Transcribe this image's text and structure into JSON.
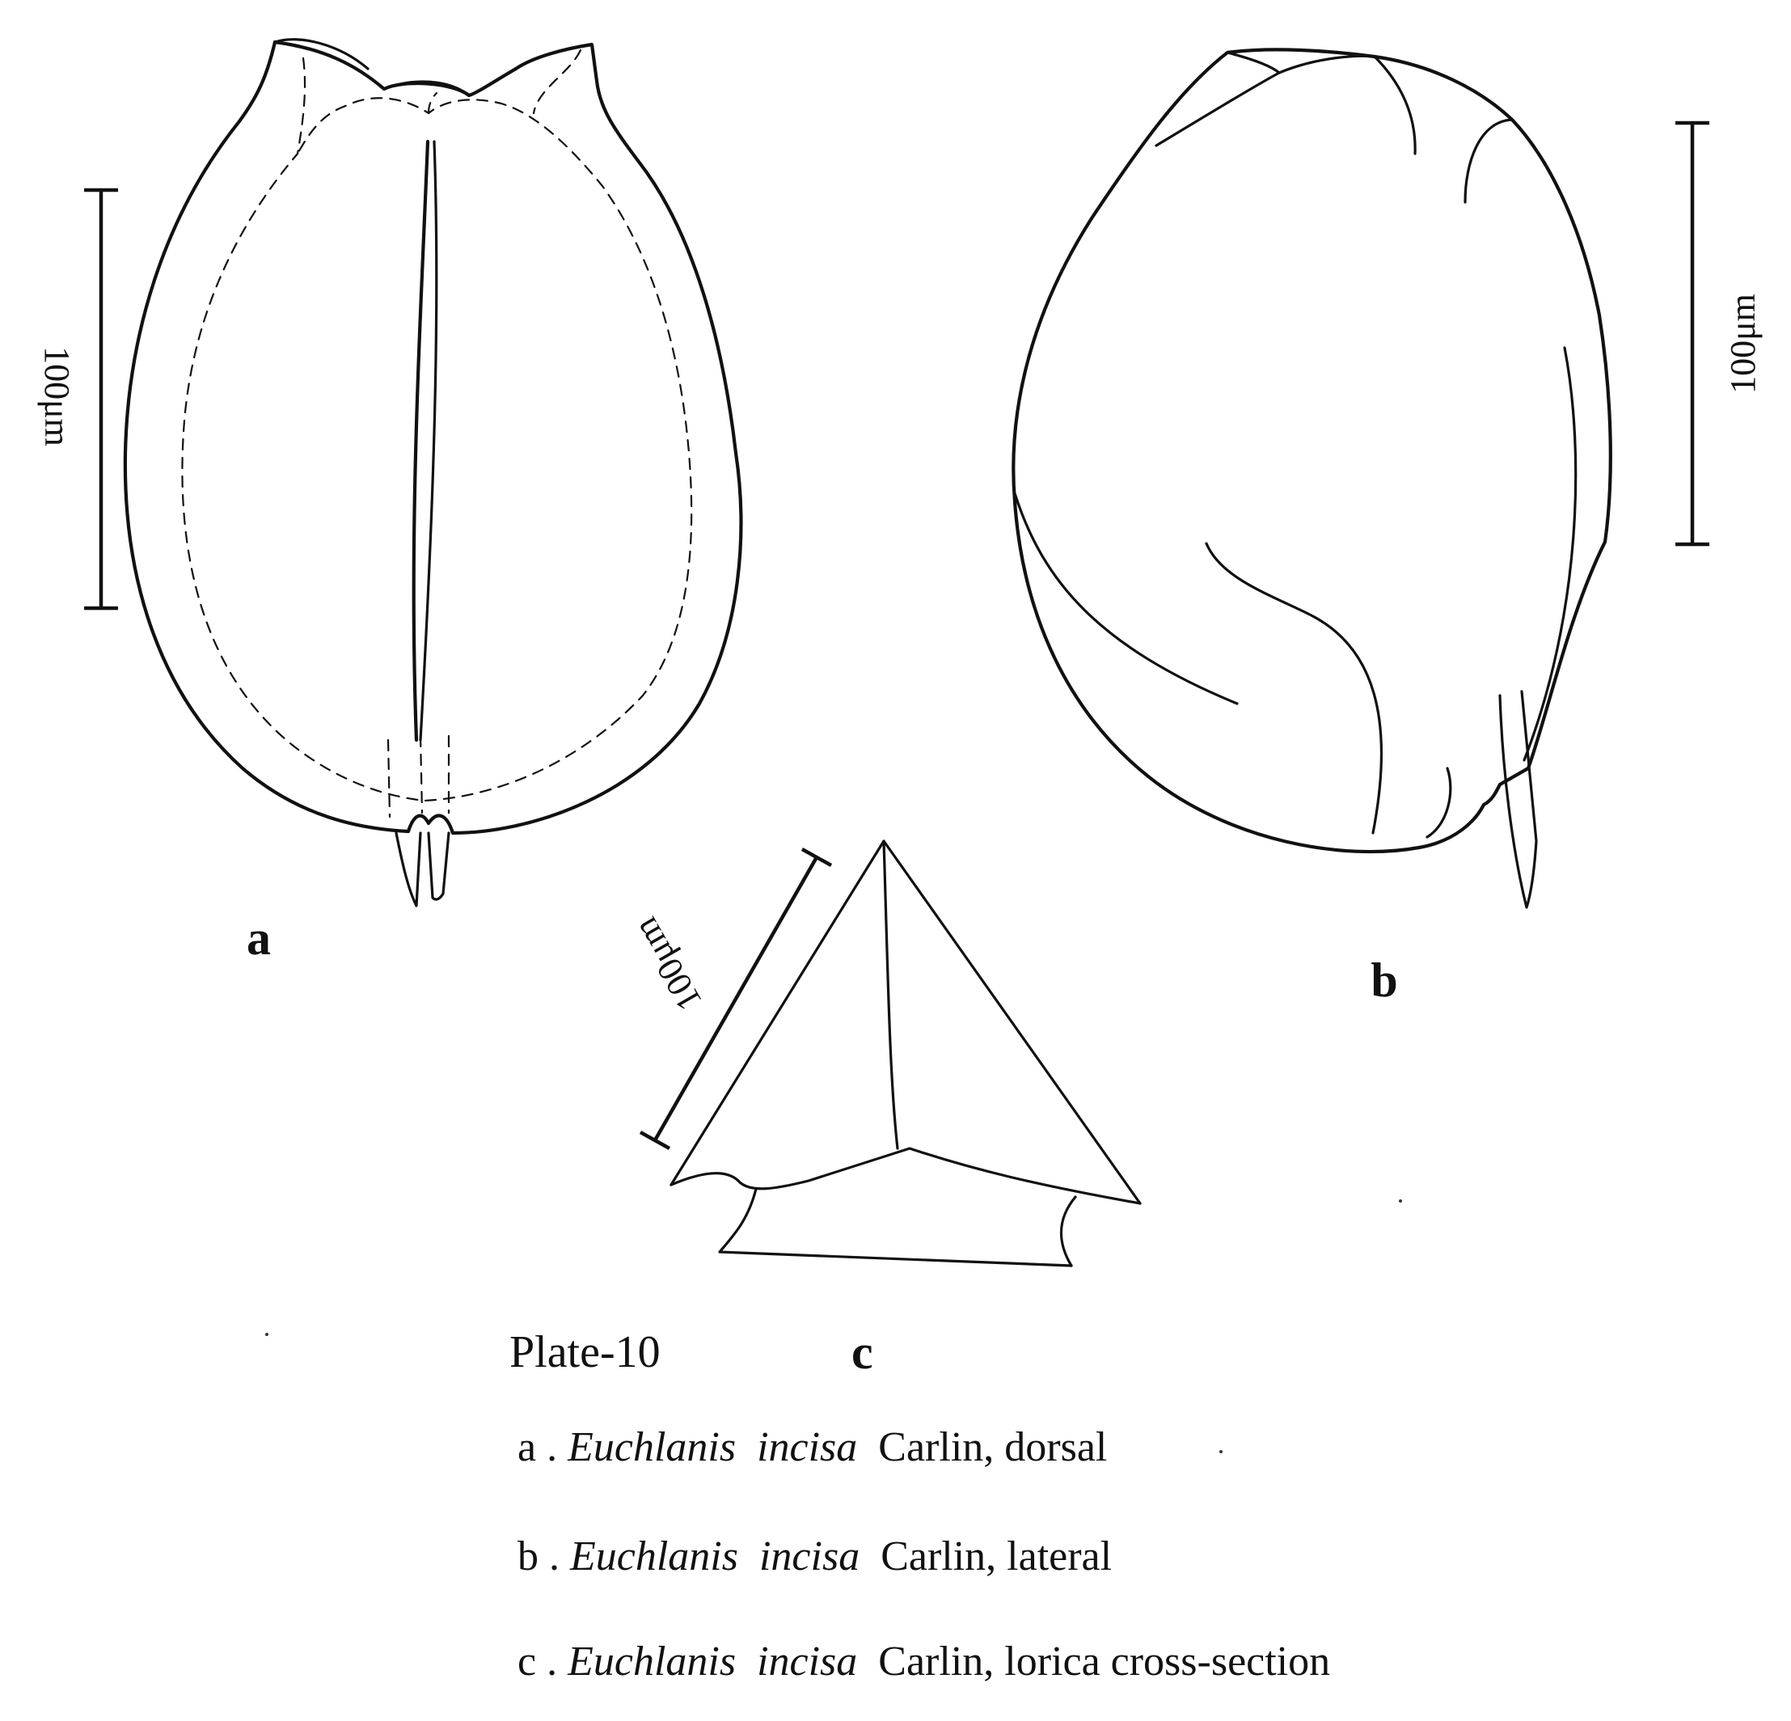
{
  "plate_title": "Plate-10",
  "figures": {
    "a": {
      "label": "a",
      "scale_label": "100μm"
    },
    "b": {
      "label": "b",
      "scale_label": "100μm"
    },
    "c": {
      "label": "c",
      "scale_label": "100μm"
    }
  },
  "captions": [
    {
      "letter": "a",
      "genus": "Euchlanis",
      "species": "incisa",
      "rest": "Carlin, dorsal"
    },
    {
      "letter": "b",
      "genus": "Euchlanis",
      "species": "incisa",
      "rest": "Carlin, lateral"
    },
    {
      "letter": "c",
      "genus": "Euchlanis",
      "species": "incisa",
      "rest": "Carlin, lorica cross-section"
    }
  ]
}
